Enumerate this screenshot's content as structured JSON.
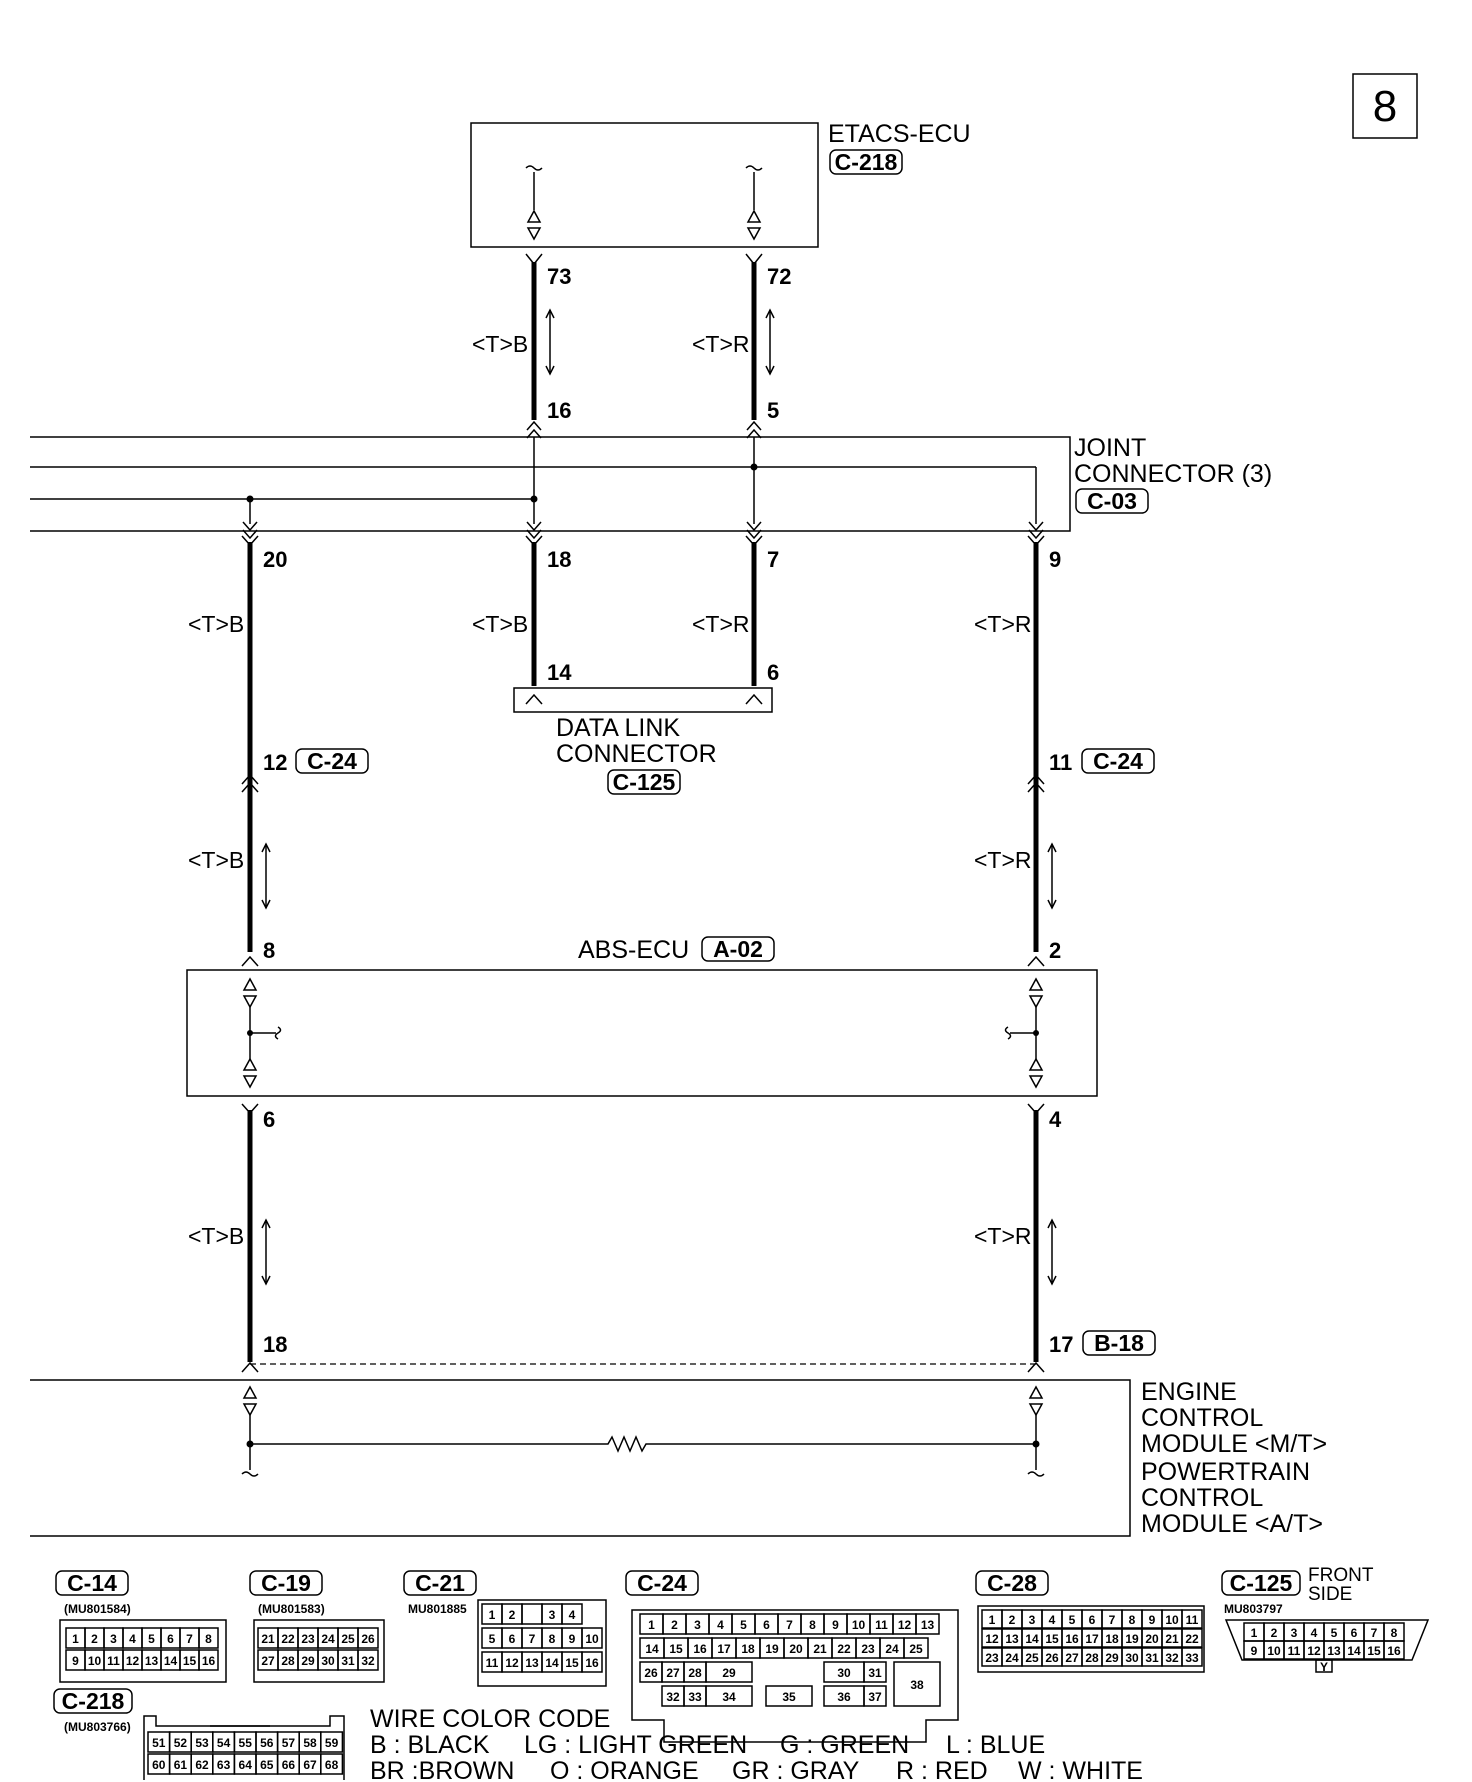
{
  "page_number": "8",
  "components": {
    "etacs": {
      "name": "ETACS-ECU",
      "code": "C-218"
    },
    "joint": {
      "line1": "JOINT",
      "line2": "CONNECTOR (3)",
      "code": "C-03"
    },
    "dlc": {
      "line1": "DATA LINK",
      "line2": "CONNECTOR",
      "code": "C-125"
    },
    "abs": {
      "name": "ABS-ECU",
      "code": "A-02"
    },
    "ecm": {
      "lines": [
        "ENGINE",
        "CONTROL",
        "MODULE <M/T>",
        "POWERTRAIN",
        "CONTROL",
        "MODULE <A/T>"
      ],
      "code": "B-18"
    }
  },
  "pins": {
    "etacs_left": "73",
    "etacs_right": "72",
    "joint_top_left": "16",
    "joint_top_right": "5",
    "joint_bot_20": "20",
    "joint_bot_18": "18",
    "joint_bot_7": "7",
    "joint_bot_9": "9",
    "dlc_left": "14",
    "dlc_right": "6",
    "c24_left": "12",
    "c24_right": "11",
    "c24_code": "C-24",
    "abs_left": "8",
    "abs_right": "2",
    "abs_out_left": "6",
    "abs_out_right": "4",
    "ecm_left": "18",
    "ecm_right": "17"
  },
  "wire_labels": {
    "black": "<T>B",
    "red": "<T>R"
  },
  "connectors": {
    "c14": {
      "code": "C-14",
      "part": "(MU801584)",
      "row1": [
        "1",
        "2",
        "3",
        "4",
        "5",
        "6",
        "7",
        "8"
      ],
      "row2": [
        "9",
        "10",
        "11",
        "12",
        "13",
        "14",
        "15",
        "16"
      ]
    },
    "c19": {
      "code": "C-19",
      "part": "(MU801583)",
      "row1": [
        "21",
        "22",
        "23",
        "24",
        "25",
        "26"
      ],
      "row2": [
        "27",
        "28",
        "29",
        "30",
        "31",
        "32"
      ]
    },
    "c21": {
      "code": "C-21",
      "part": "MU801885",
      "row1": [
        "1",
        "2",
        "",
        "3",
        "4"
      ],
      "row2": [
        "5",
        "6",
        "7",
        "8",
        "9",
        "10"
      ],
      "row3": [
        "11",
        "12",
        "13",
        "14",
        "15",
        "16"
      ]
    },
    "c24": {
      "code": "C-24",
      "row1": [
        "1",
        "2",
        "3",
        "4",
        "5",
        "6",
        "7",
        "8",
        "9",
        "10",
        "11",
        "12",
        "13"
      ],
      "row2": [
        "14",
        "15",
        "16",
        "17",
        "18",
        "19",
        "20",
        "21",
        "22",
        "23",
        "24",
        "25"
      ],
      "row3": [
        "26",
        "27",
        "28",
        "29",
        "30",
        "31",
        "38"
      ],
      "row4": [
        "32",
        "33",
        "34",
        "35",
        "36",
        "37"
      ]
    },
    "c28": {
      "code": "C-28",
      "row1": [
        "1",
        "2",
        "3",
        "4",
        "5",
        "6",
        "7",
        "8",
        "9",
        "10",
        "11"
      ],
      "row2": [
        "12",
        "13",
        "14",
        "15",
        "16",
        "17",
        "18",
        "19",
        "20",
        "21",
        "22"
      ],
      "row3": [
        "23",
        "24",
        "25",
        "26",
        "27",
        "28",
        "29",
        "30",
        "31",
        "32",
        "33"
      ]
    },
    "c125": {
      "code": "C-125",
      "part": "MU803797",
      "side1": "FRONT",
      "side2": "SIDE",
      "row1": [
        "1",
        "2",
        "3",
        "4",
        "5",
        "6",
        "7",
        "8"
      ],
      "row2": [
        "9",
        "10",
        "11",
        "12",
        "13",
        "14",
        "15",
        "16"
      ],
      "mark": "Y"
    },
    "c218": {
      "code": "C-218",
      "part": "(MU803766)",
      "row1": [
        "51",
        "52",
        "53",
        "54",
        "55",
        "56",
        "57",
        "58",
        "59"
      ],
      "row2": [
        "60",
        "61",
        "62",
        "63",
        "64",
        "65",
        "66",
        "67",
        "68"
      ]
    }
  },
  "wire_color_code": {
    "title": "WIRE COLOR CODE",
    "row1": [
      "B : BLACK",
      "LG : LIGHT GREEN",
      "G : GREEN",
      "L : BLUE"
    ],
    "row2": [
      "BR :BROWN",
      "O : ORANGE",
      "GR : GRAY",
      "R : RED",
      "W : WHITE"
    ]
  }
}
